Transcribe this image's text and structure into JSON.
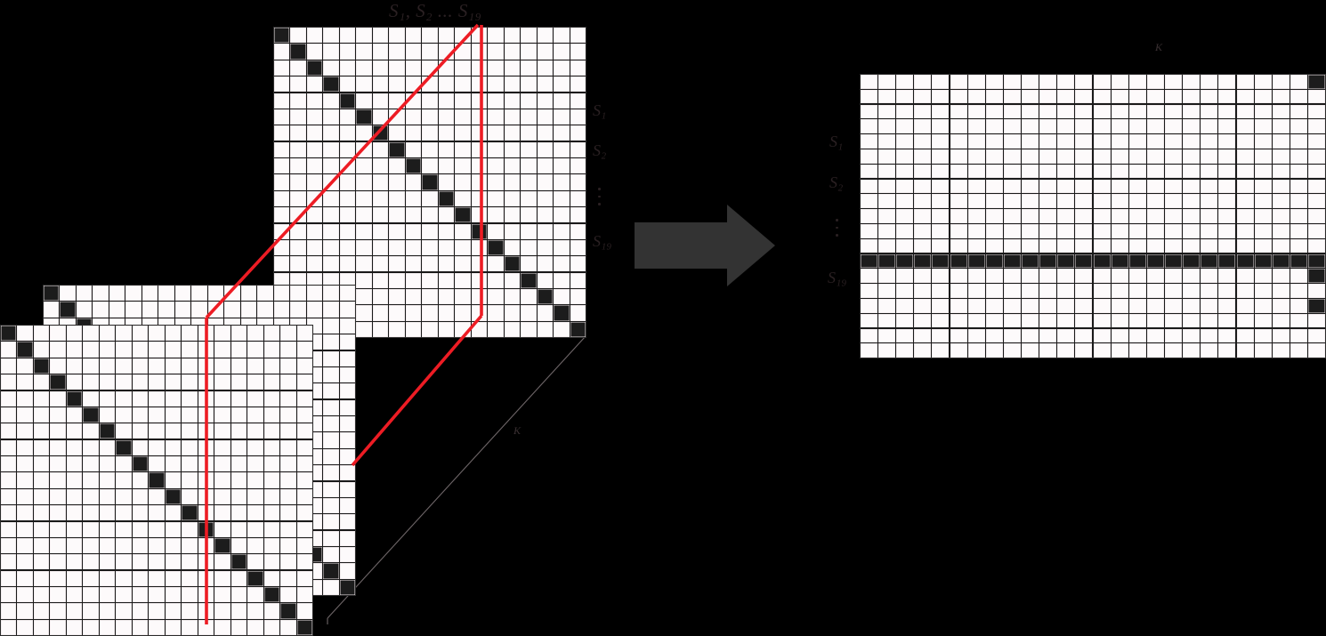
{
  "figure": {
    "title": "Block-diagonal similarity matrices collapsed into a stacked row representation",
    "background_color": "#000000",
    "cell_color": "#fdfafb",
    "dark_cell_color": "#1c1c1c",
    "accent_color": "#ED1C24",
    "arrow_color": "#333333"
  },
  "labels": {
    "top_series": "S₁, S₂ ... S₁₉",
    "top_series_parts": [
      "S",
      "1",
      "S",
      "2",
      "...",
      "S",
      "19"
    ],
    "depth_axis": "K",
    "right_depth_axis": "K",
    "row_s1": "S₁",
    "row_s2": "S₂",
    "row_s19": "S₁₉",
    "vertical_ellipsis": "⋮"
  },
  "left_stack": {
    "description": "Three stacked square similarity matrices shown in 3D perspective",
    "matrix_size": 19,
    "diagonal_dark": true,
    "layers": [
      {
        "name": "front-matrix",
        "rows": 19,
        "cols": 19
      },
      {
        "name": "middle-matrix",
        "rows": 19,
        "cols": 19
      },
      {
        "name": "back-matrix",
        "rows": 19,
        "cols": 19
      }
    ]
  },
  "right_matrix": {
    "description": "Flattened representation: rows are series S1..S19, full dark band at row 13",
    "rows": 19,
    "cols": 26,
    "dark_full_rows": [
      13
    ],
    "dark_cells": [
      {
        "row": 1,
        "col": 26
      },
      {
        "row": 14,
        "col": 26
      },
      {
        "row": 16,
        "col": 26
      }
    ]
  },
  "arrow": {
    "name": "transform-arrow",
    "direction": "right"
  },
  "callout": {
    "name": "red-column-callout",
    "color": "#ED1C24",
    "shape": "parallelogram",
    "meaning": "a single column slice taken through all stacked matrices"
  }
}
